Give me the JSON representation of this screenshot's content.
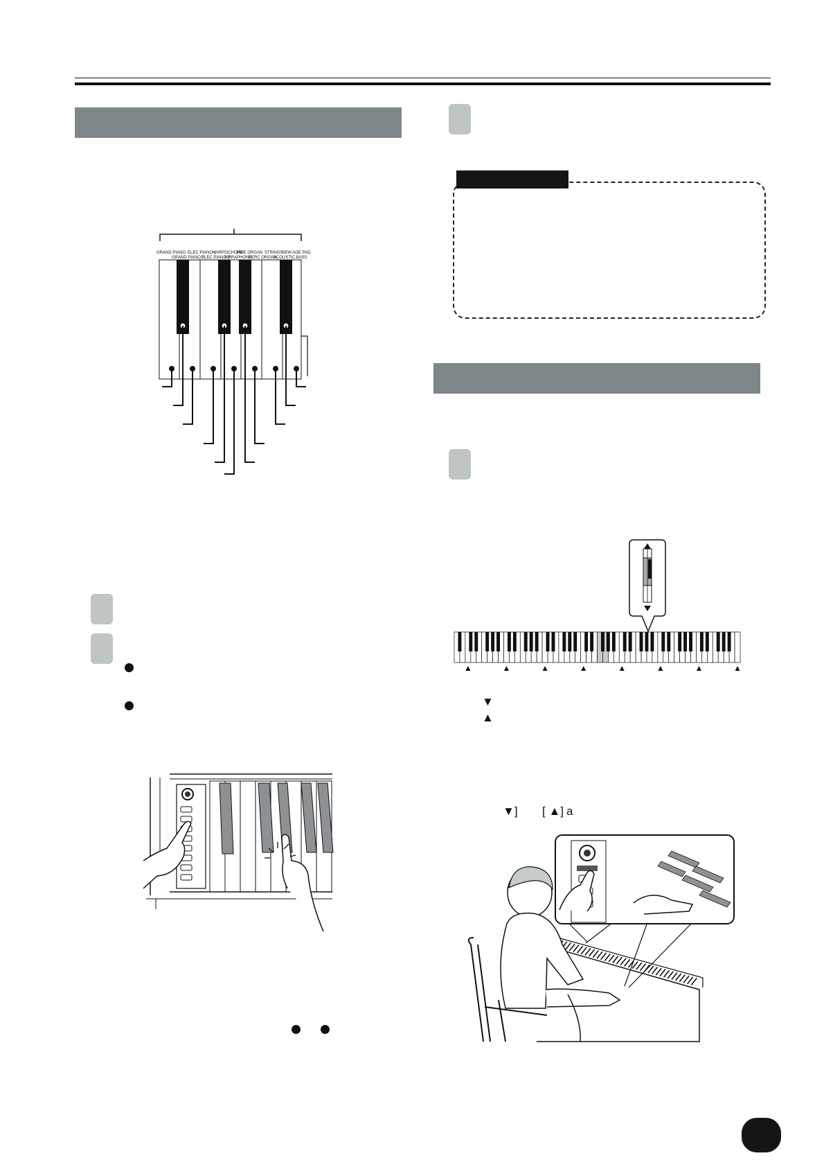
{
  "voice_diagram": {
    "labels_row1": [
      {
        "id": "grand_piano",
        "text": "GRAND PIANO"
      },
      {
        "id": "elec_piano_1",
        "text": "ELEC PIANO 1"
      },
      {
        "id": "harpsichord",
        "text": "HARPSICHORD"
      },
      {
        "id": "pipe_organ",
        "text": "PIPE ORGAN"
      },
      {
        "id": "strings",
        "text": "STRINGS"
      },
      {
        "id": "new_age_pad",
        "text": "NEW AGE PAD"
      }
    ],
    "labels_row2": [
      {
        "id": "grand_piano_2",
        "text": "GRAND PIANO 2"
      },
      {
        "id": "elec_piano_2",
        "text": "ELEC PIANO 2"
      },
      {
        "id": "vibraphone",
        "text": "VIBRAPHONE"
      },
      {
        "id": "perc_organ",
        "text": "PERC ORGAN"
      },
      {
        "id": "acoustic_bass",
        "text": "ACOUSTIC BASS"
      }
    ]
  },
  "octave_instructions": {
    "down_symbol": "▼",
    "up_symbol": "▲",
    "bracket_down": "▼]",
    "bracket_up": "[ ▲]",
    "trailing": "a"
  },
  "colors": {
    "section_bar": "#7d8688",
    "step_tile": "#bfc4c5",
    "ink": "#111111"
  }
}
